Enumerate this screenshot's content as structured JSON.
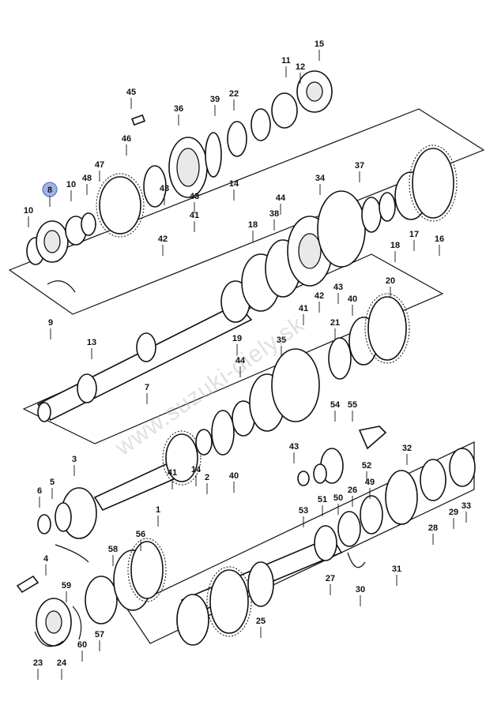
{
  "watermark": "www.suzuki-diely.sk",
  "highlighted_part": "8",
  "labels": [
    "1",
    "2",
    "3",
    "4",
    "5",
    "6",
    "7",
    "8",
    "9",
    "10",
    "10",
    "11",
    "12",
    "13",
    "14",
    "14",
    "15",
    "16",
    "17",
    "18",
    "18",
    "19",
    "20",
    "21",
    "22",
    "23",
    "24",
    "25",
    "26",
    "27",
    "28",
    "29",
    "30",
    "31",
    "32",
    "33",
    "34",
    "35",
    "36",
    "37",
    "38",
    "39",
    "40",
    "40",
    "41",
    "41",
    "41",
    "42",
    "42",
    "43",
    "43",
    "43",
    "43",
    "44",
    "44",
    "45",
    "46",
    "47",
    "48",
    "49",
    "50",
    "51",
    "52",
    "53",
    "54",
    "55",
    "56",
    "57",
    "58",
    "59",
    "60"
  ]
}
